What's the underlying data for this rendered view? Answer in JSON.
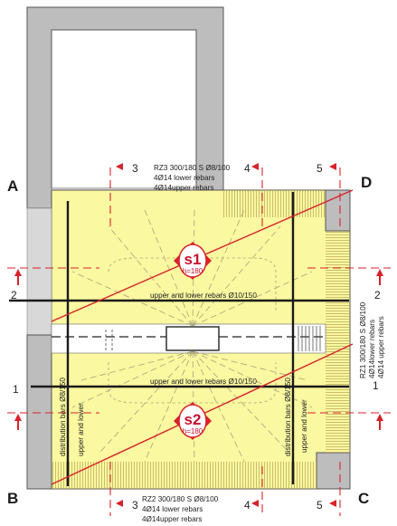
{
  "corners": {
    "a": "A",
    "b": "B",
    "c": "C",
    "d": "D"
  },
  "sections": {
    "left_top": "2",
    "right_top": "2",
    "left_bottom": "1",
    "right_bottom": "1",
    "top_3": "3",
    "top_4": "4",
    "top_5": "5",
    "bottom_3": "3",
    "bottom_4": "4",
    "bottom_5": "5"
  },
  "notes": {
    "rz3_line1": "RZ3  300/180   S Ø8/100",
    "rz3_line2": "4Ø14 lower rebars",
    "rz3_line3": "4Ø14upper rebars",
    "rz2_line1": "RZ2  300/180   S Ø8/100",
    "rz2_line2": "4Ø14 lower rebars",
    "rz2_line3": "4Ø14upper rebars",
    "rz1_line1": "RZ1  300/180  S Ø8/100",
    "rz1_line2": "4Ø14lower rebars",
    "rz1_line3": "4Ø14 upper rebars",
    "upper_rebars": "upper and lower rebars Ø10/150",
    "lower_rebars": "upper and lower rebars Ø10/150",
    "dist_left_1": "distribution bars  Ø8/150",
    "dist_left_2": "upper and lower",
    "dist_right_1": "distribution bars Ø8/150",
    "dist_right_2": "upper and lower"
  },
  "slabs": [
    {
      "id": "s1",
      "thickness": "h=180"
    },
    {
      "id": "s2",
      "thickness": "h=180"
    }
  ],
  "colors": {
    "slab_fill": "#faf8a0",
    "wall_fill": "#bdbdbd",
    "section_red": "#d8222a",
    "hatch": "#c9b96a"
  }
}
